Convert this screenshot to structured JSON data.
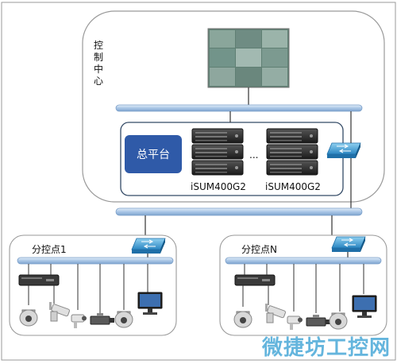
{
  "control_center": {
    "label": "控制中心"
  },
  "platform": {
    "label": "总平台"
  },
  "servers": [
    {
      "label": "iSUM400G2"
    },
    {
      "label": "iSUM400G2"
    }
  ],
  "server_ellipsis": "...",
  "branches": [
    {
      "label": "分控点1"
    },
    {
      "label": "分控点N"
    }
  ],
  "watermark": "微捷坊工控网",
  "colors": {
    "bus": "#a9c6e6",
    "platform": "#2f5aa8",
    "switch": "#3d9bd0",
    "frame": "#8a8a8a"
  }
}
